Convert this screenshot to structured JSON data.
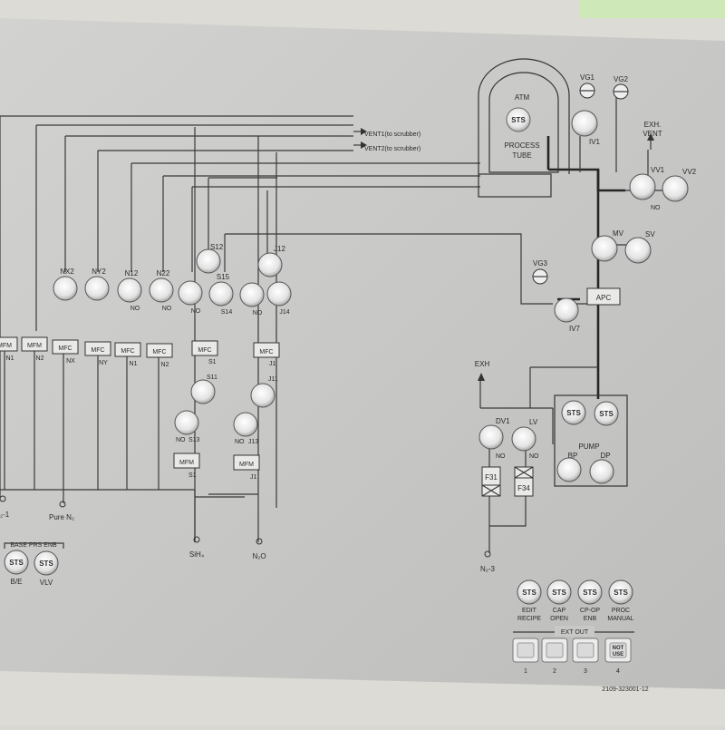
{
  "vents": [
    "VENT1(to scrubber)",
    "VENT2(to scrubber)"
  ],
  "tube": {
    "atm": "ATM",
    "sts": "STS",
    "line1": "PROCESS",
    "line2": "TUBE"
  },
  "gauges": {
    "vg1": "VG1",
    "vg2": "VG2",
    "vg3": "VG3"
  },
  "exh_vent": [
    "EXH.",
    "VENT"
  ],
  "labels": {
    "iv1": "IV1",
    "iv7": "IV7",
    "vv1": "VV1",
    "vv2": "VV2",
    "no": "NO",
    "mv": "MV",
    "sv": "SV",
    "apc": "APC",
    "exh": "EXH",
    "dv1": "DV1",
    "lv": "LV",
    "pump": "PUMP",
    "bp": "BP",
    "dp": "DP",
    "f31": "F31",
    "f34": "F34",
    "n2_3": "N₂-3",
    "sih4": "SiH₄",
    "n2o": "N₂O",
    "pure_n2": "Pure N₂",
    "n2_1": "₂-1"
  },
  "valves_top": [
    {
      "name": "NX2",
      "sub": ""
    },
    {
      "name": "NY2",
      "sub": ""
    },
    {
      "name": "N12",
      "sub": "NO"
    },
    {
      "name": "N22",
      "sub": "NO"
    },
    {
      "name": "",
      "sub": "NO"
    },
    {
      "name": "S15",
      "sub": "S14"
    },
    {
      "name": "",
      "sub": "NO"
    },
    {
      "name": "",
      "sub": "J14"
    }
  ],
  "s12": "S12",
  "j12": "J12",
  "mfc_row": [
    {
      "box": "MFM",
      "sub": "N1"
    },
    {
      "box": "MFM",
      "sub": "N2"
    },
    {
      "box": "MFC",
      "sub": "NX"
    },
    {
      "box": "MFC",
      "sub": "NY"
    },
    {
      "box": "MFC",
      "sub": "N1"
    },
    {
      "box": "MFC",
      "sub": "N2"
    }
  ],
  "s_chain": {
    "mfc": "MFC",
    "s1": "S1",
    "s11": "S11",
    "no": "NO",
    "s13": "S13",
    "mfm": "MFM",
    "s1b": "S1"
  },
  "j_chain": {
    "mfc": "MFC",
    "j1": "J1",
    "j11": "J11",
    "no": "NO",
    "j13": "J13",
    "mfm": "MFM",
    "j1b": "J1"
  },
  "base": {
    "title": "BASE PRS ENB",
    "btn1": "B/E",
    "btn2": "VLV",
    "sts": "STS"
  },
  "controls": [
    {
      "label1": "EDIT",
      "label2": "RECIPE"
    },
    {
      "label1": "CAP",
      "label2": "OPEN"
    },
    {
      "label1": "CP-OP",
      "label2": "ENB"
    },
    {
      "label1": "PROC",
      "label2": "MANUAL"
    }
  ],
  "ext_out": {
    "title": "EXT OUT",
    "nums": [
      "1",
      "2",
      "3",
      "4"
    ],
    "not_use": [
      "NOT",
      "USE"
    ]
  },
  "part_no": "2109-323001-12",
  "colors": {
    "panel": "#c8c8c6",
    "frame": "#dcdbd5",
    "line": "#333333",
    "button": "#f2f2f2",
    "accent_strip": "#cfe8b8"
  }
}
